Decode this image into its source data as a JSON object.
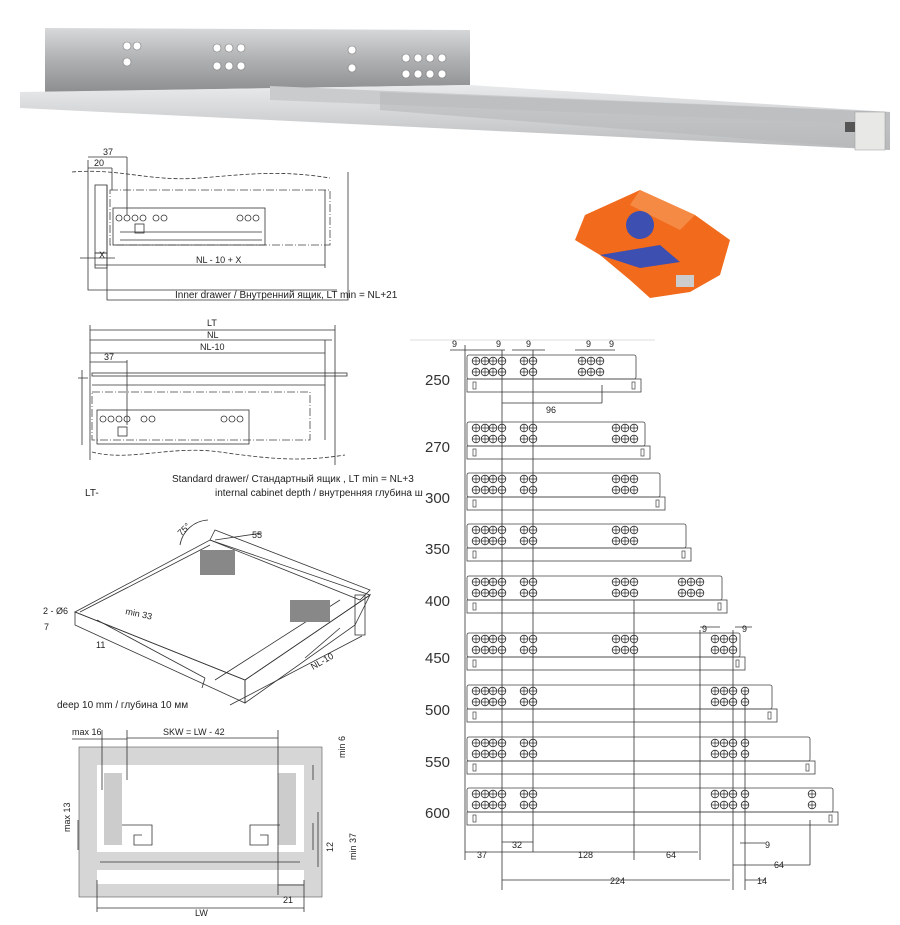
{
  "inner_drawer": {
    "dims": {
      "d37": "37",
      "d20": "20",
      "x": "X",
      "nl_x": "NL - 10 + X"
    },
    "caption": "Inner drawer /  Внутренний ящик, LT min = NL+21"
  },
  "standard_drawer": {
    "dims": {
      "lt": "LT",
      "nl": "NL",
      "nl10": "NL-10",
      "d37": "37"
    },
    "caption": "Standard drawer/ Стандартный ящик , LT min = NL+3",
    "lt_label": "LT-",
    "depth_caption": "internal cabinet depth /  внутренняя глубина ш"
  },
  "iso_view": {
    "dims": {
      "angle": "75°",
      "d55": "55",
      "holes": "2 - Ø6",
      "min33": "min 33",
      "d7": "7",
      "d11": "11",
      "nl10": "NL-10"
    },
    "caption": "deep 10 mm /  глубина 10 мм"
  },
  "cross_section": {
    "dims": {
      "max16": "max 16",
      "skw": "SKW = LW - 42",
      "min6": "min 6",
      "max13": "max 13",
      "d12": "12",
      "min37": "min 37",
      "d21": "21",
      "lw": "LW"
    }
  },
  "hole_chart": {
    "rows": [
      "250",
      "270",
      "300",
      "350",
      "400",
      "450",
      "500",
      "550",
      "600"
    ],
    "top_dims": {
      "a": "9",
      "b": "9",
      "c": "9",
      "d": "9",
      "e": "9"
    },
    "d96": "96",
    "mid_dims": {
      "a": "9",
      "b": "9"
    },
    "bottom_dims": {
      "d37": "37",
      "d32": "32",
      "d128": "128",
      "d64": "64",
      "d224": "224",
      "d9": "9",
      "d64b": "64",
      "d14": "14"
    }
  }
}
